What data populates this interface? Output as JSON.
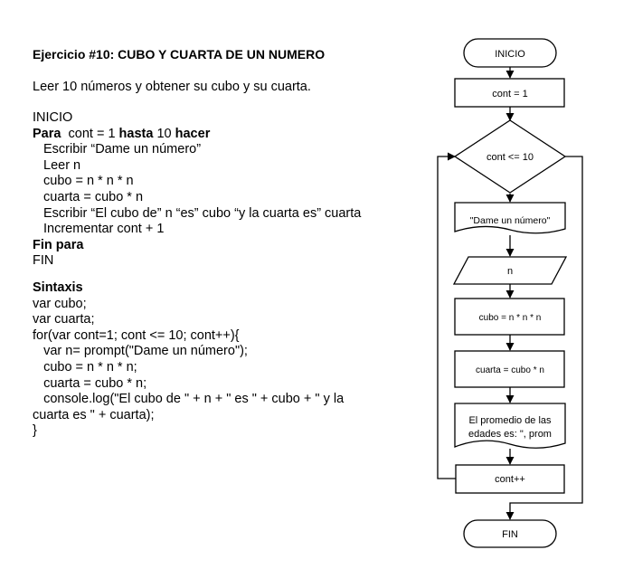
{
  "exercise": {
    "title": "Ejercicio #10: CUBO Y CUARTA DE UN NUMERO",
    "description": "Leer 10 números y obtener su cubo y su cuarta."
  },
  "pseudocode": {
    "start": "INICIO",
    "for_kw": "Para",
    "for_init": "cont = 1",
    "for_to_kw": "hasta",
    "for_limit": "10",
    "for_do_kw": "hacer",
    "body": [
      "Escribir “Dame un número”",
      "Leer n",
      "cubo = n * n * n",
      "cuarta = cubo * n",
      "Escribir “El cubo de” n “es” cubo “y la cuarta es” cuarta",
      "Incrementar cont + 1"
    ],
    "end_for": "Fin para",
    "end": "FIN"
  },
  "syntax": {
    "heading": "Sintaxis",
    "lines": [
      "var cubo;",
      "var cuarta;",
      "for(var cont=1; cont <= 10; cont++){",
      "   var n= prompt(\"Dame un número\");",
      "   cubo = n * n * n;",
      "   cuarta = cubo * n;",
      "   console.log(\"El cubo de \" + n + \" es \" + cubo + \" y la",
      "cuarta es \" + cuarta);",
      "}"
    ]
  },
  "flowchart": {
    "start": "INICIO",
    "init": "cont = 1",
    "condition": "cont <= 10",
    "output_prompt": "\"Dame un número\"",
    "input": "n",
    "process_cubo": "cubo = n * n * n",
    "process_cuarta": "cuarta = cubo * n",
    "output_result_line1": "El promedio de las",
    "output_result_line2": "edades es: \", prom",
    "increment": "cont++",
    "end": "FIN"
  }
}
